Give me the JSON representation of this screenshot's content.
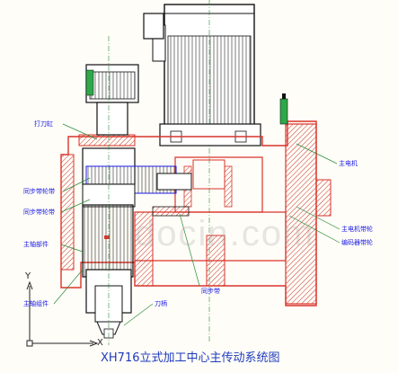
{
  "caption": "XH716立式加工中心主传动系统图",
  "axes": {
    "y": "Y",
    "x": "X"
  },
  "watermark": "docin.com",
  "labels": {
    "da_dao_gang": "打刀缸",
    "tong_bu_dai_lun_1": "同步带轮带",
    "tong_bu_dai_lun_2": "同步带轮带",
    "zhu_zhou_dan_yuan": "主轴部件",
    "zhu_zhou_zu_jian": "主轴组件",
    "dao_bing": "刀柄",
    "tong_bu_dai": "同步带",
    "zhu_dian_ji": "主电机",
    "zhu_dian_ji_dai_lun": "主电机带轮",
    "bian_ma_qi_dai_lun": "编码器带轮"
  },
  "colors": {
    "outline": "#111111",
    "section_red": "#d9342b",
    "hatch": "#c8302a",
    "leader": "#2a8c3a",
    "text_blue": "#1a1ae6",
    "green_part": "#2fa84a"
  }
}
